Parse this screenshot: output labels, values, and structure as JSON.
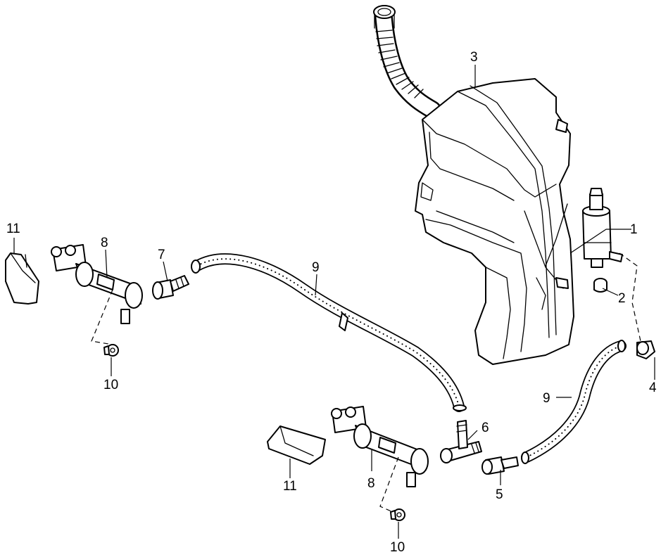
{
  "callouts": {
    "c1": "1",
    "c2": "2",
    "c3": "3",
    "c4": "4",
    "c5": "5",
    "c6": "6",
    "c7": "7",
    "c8a": "8",
    "c8b": "8",
    "c9a": "9",
    "c9b": "9",
    "c10a": "10",
    "c10b": "10",
    "c11a": "11",
    "c11b": "11"
  },
  "colors": {
    "line": "#000000",
    "background": "#ffffff"
  }
}
